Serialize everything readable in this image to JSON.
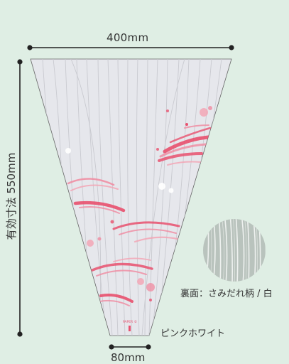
{
  "dimensions": {
    "top_width": "400mm",
    "bottom_width": "80mm",
    "height": "有効寸法 550mm"
  },
  "product": {
    "color_name": "ピンクホワイト",
    "back_pattern_label": "裏面：さみだれ柄 / 白",
    "bag_print_brand": "PAPER ©"
  },
  "colors": {
    "background": "#dfeee4",
    "bag_film": "#e7e7ec",
    "brush_pink": "#e8506e",
    "line_dark": "#222222"
  }
}
